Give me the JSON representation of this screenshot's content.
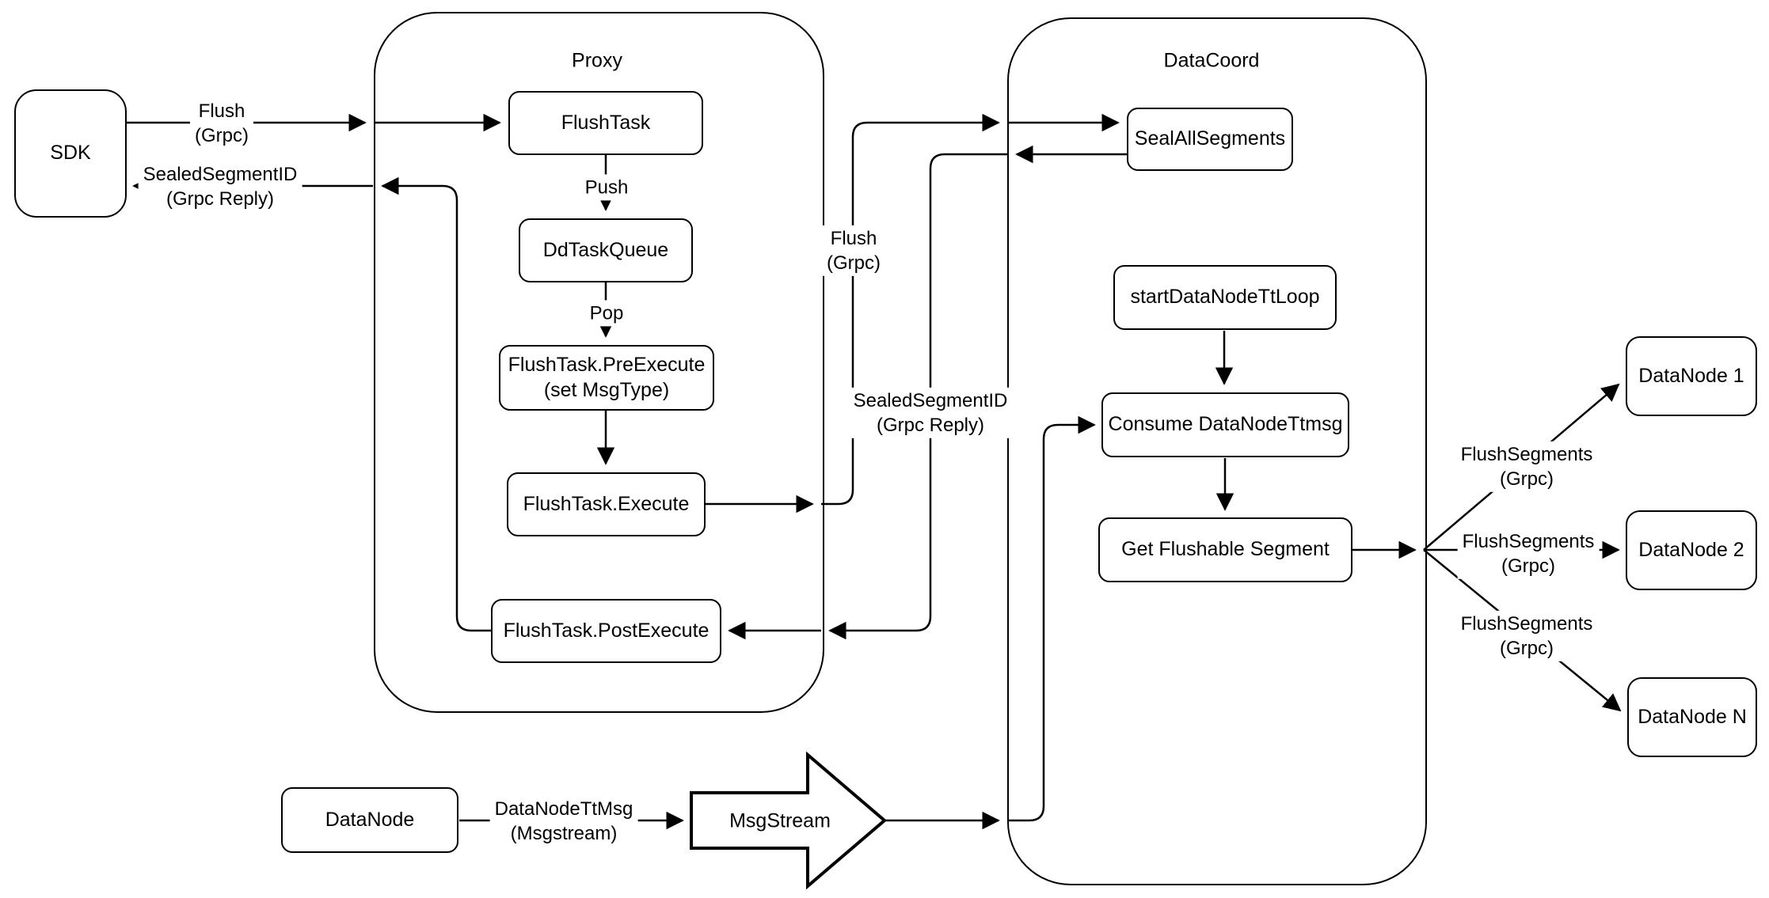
{
  "diagram": {
    "containers": {
      "proxy": {
        "title": "Proxy"
      },
      "datacoord": {
        "title": "DataCoord"
      }
    },
    "nodes": {
      "sdk": {
        "label": "SDK"
      },
      "flush_task": {
        "label": "FlushTask"
      },
      "dd_task_queue": {
        "label": "DdTaskQueue"
      },
      "pre_execute": {
        "label": "FlushTask.PreExecute\n(set MsgType)"
      },
      "execute": {
        "label": "FlushTask.Execute"
      },
      "post_execute": {
        "label": "FlushTask.PostExecute"
      },
      "seal_all_segments": {
        "label": "SealAllSegments"
      },
      "start_data_node_tt_loop": {
        "label": "startDataNodeTtLoop"
      },
      "consume_data_node_ttmsg": {
        "label": "Consume DataNodeTtmsg"
      },
      "get_flushable_segment": {
        "label": "Get Flushable Segment"
      },
      "datanode_1": {
        "label": "DataNode 1"
      },
      "datanode_2": {
        "label": "DataNode 2"
      },
      "datanode_n": {
        "label": "DataNode N"
      },
      "datanode": {
        "label": "DataNode"
      },
      "msgstream": {
        "label": "MsgStream"
      }
    },
    "edge_labels": {
      "flush_sdk_to_proxy": "Flush\n(Grpc)",
      "sealed_segment_proxy_to_sdk": "SealedSegmentID\n(Grpc Reply)",
      "push": "Push",
      "pop": "Pop",
      "flush_proxy_to_datacoord": "Flush\n(Grpc)",
      "sealed_segment_datacoord_to_proxy": "SealedSegmentID\n(Grpc Reply)",
      "flush_segments_1": "FlushSegments\n(Grpc)",
      "flush_segments_2": "FlushSegments\n(Grpc)",
      "flush_segments_n": "FlushSegments\n(Grpc)",
      "datanode_tt_msg": "DataNodeTtMsg\n(Msgstream)"
    },
    "colors": {
      "stroke": "#000000",
      "node_fill": "#ffffff",
      "background": "#ffffff"
    }
  }
}
